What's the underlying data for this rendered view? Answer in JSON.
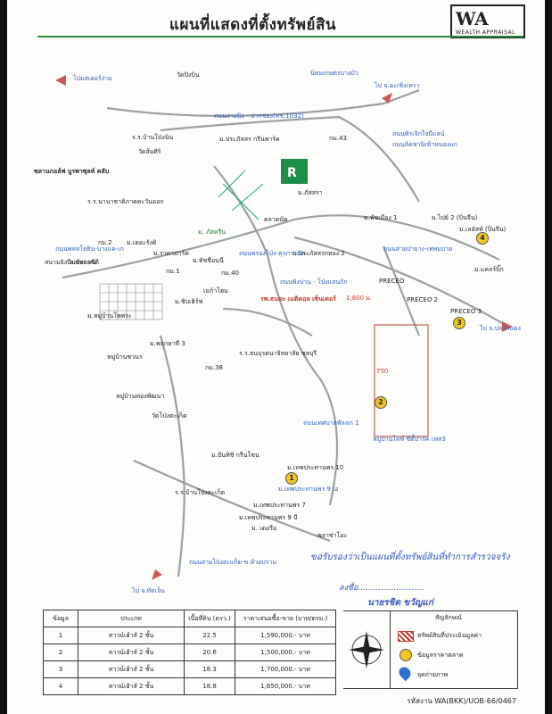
{
  "header": {
    "title": "แผนที่แสดงที่ตั้งทรัพย์สิน",
    "logo_mark": "WA",
    "logo_sub": "WEALTH APPRAISAL"
  },
  "roads": {
    "r1": "ถนนสายปิง - ปากช่อง(ทช.1032)",
    "r2": "ถนนลิตชานิเข้าหนองแก",
    "r3": "ถนนพหลโยธิน-บางแค-เก",
    "r4": "ถนนพิงปาน - โป่งแสนกัก",
    "r5": "ถนนเทศบาลพัลลภ 1",
    "r6": "ถนนสายป่ายาง-เทพบปาม",
    "r7": "ถนนพรองโป่ง-คุรภาวนัด",
    "r8": "ถนนสายโป่งสะแก็ต-ข.ห้วยปราม",
    "r9": "ถนนพิรเจิกใจบีแลน์"
  },
  "directions": {
    "d1": "ไป่มสเตอร์ง่าย",
    "d2": "ไป จ.ฉะเชิงเทรา",
    "d3": "นิคมเกษตรบางบัว",
    "d4": "ไป จ.ปลวกแดง",
    "d5": "ไป จ.ทัดเจ็น"
  },
  "places": {
    "p1": "วัดปิงบิน",
    "p2": "ร.ร.บ้านโป่งนิน",
    "p3": "วัดส้มศิริ",
    "p4": "ม.ประภัสสร กรีนพาร์ค",
    "p5": "ม.ภัสสรา",
    "p6": "กม.43",
    "p7": "ซลานกอล์ฟ บูรพาซุลท์ คลับ",
    "p8": "ร.ร.นานาชาติภาคตะวันออก",
    "p9": "สนามยิงปืนพัทยาซีตี",
    "p10": "ม. ภัสตรีน",
    "p11": "ตลาดนัด",
    "p12": "ม.ประภัสสรถทอง 2",
    "p13": "ม.หัชเมือง 1",
    "p14": "ม.ไปย์ 2 (ปิ่นจีน)",
    "p15": "ม.เลอัสท์ (ปิ่นจีน)",
    "p16": "ม.แคลร์บิ๊ก",
    "p17": "ม.ราคาปาร์ค",
    "p18": "ม.ทัชชีอนนี",
    "p19": "กม.2",
    "p20": "ม.บ่อกมน",
    "p21": "กม.1",
    "p22": "ม.เตอะรังดิ",
    "p23": "ม.ชิบเฮิร์ฟ",
    "p24": "เมก้าโฮม",
    "p25": "กม.40",
    "p26": "รพ.ธนตะ เมติคอล เซ็นเตอร์",
    "p27": "ม.พฤกษาที 3",
    "p28": "หมู่บ้านชวนร",
    "p29": "หมู่บ้านทองพัฒนา",
    "p30": "ร.ร.ธนบุรตนาจิทยาลัย ชลบุรี",
    "p31": "กม.38",
    "p32": "หมู่บ้านไลฟ์ ซีตี้ปาร์ค เฟส3",
    "p33": "วัดโป่งตะเก็ต",
    "p34": "ร.ร.บ้านโป่งตะเก็ต",
    "p35": "ม.ปันทิชิ กรีนโซน",
    "p36": "ม.เทพประทานพร 10",
    "p37": "ม.เทพประทานพร 9 เอ",
    "p38": "ม.เทพประทานพร 7",
    "p39": "ม.เทพประทานพร 9 บี",
    "p40": "ม. เดอรีอ",
    "p41": "พลาซ่าโอะ",
    "p42": "ม.หมู่บ้านโพพระ",
    "p43": "PRECEO",
    "p44": "PRECEO 2",
    "p45": "PRECEO 3",
    "p46": "1,800 ม.",
    "p47": "750"
  },
  "certification": {
    "text": "ขอรับรองว่าเป็นแผนที่ตั้งทรัพย์สินที่ทำการสำรวจจริง",
    "sign_label": "ลงชื่อ..........................",
    "signer": "นายรชิต ขวัญแก่"
  },
  "table": {
    "headers": [
      "ข้อมูล",
      "ประเภท",
      "เนื้อที่ดิน (ตรว.)",
      "ราคาเสนอซื้อ-ขาย (บาท/ตรม.)"
    ],
    "rows": [
      [
        "1",
        "ทาวน์เฮ้าส์ 2 ชั้น",
        "22.5",
        "1,590,000.- บาท"
      ],
      [
        "2",
        "ทาวน์เฮ้าส์ 2 ชั้น",
        "20.6",
        "1,500,000.- บาท"
      ],
      [
        "3",
        "ทาวน์เฮ้าส์ 2 ชั้น",
        "18.3",
        "1,700,000.- บาท"
      ],
      [
        "4",
        "ทาวน์เฮ้าส์ 2 ชั้น",
        "18.8",
        "1,650,000.- บาท"
      ]
    ]
  },
  "legend": {
    "title": "สัญลักษณ์",
    "items": [
      "ทรัพย์สินที่ประเมินมูลค่า",
      "ข้อมูลราคาตลาด",
      "จุดถ่ายภาพ"
    ]
  },
  "footer": {
    "code": "รหัสงาน WA(BKK)/UOB-66/0467"
  },
  "colors": {
    "road_green": "#2a8a3a",
    "road_label_blue": "#2b5fb8",
    "subject_red": "#c0392b",
    "market_yellow": "#f4c623",
    "photo_blue": "#2f6fd0"
  }
}
